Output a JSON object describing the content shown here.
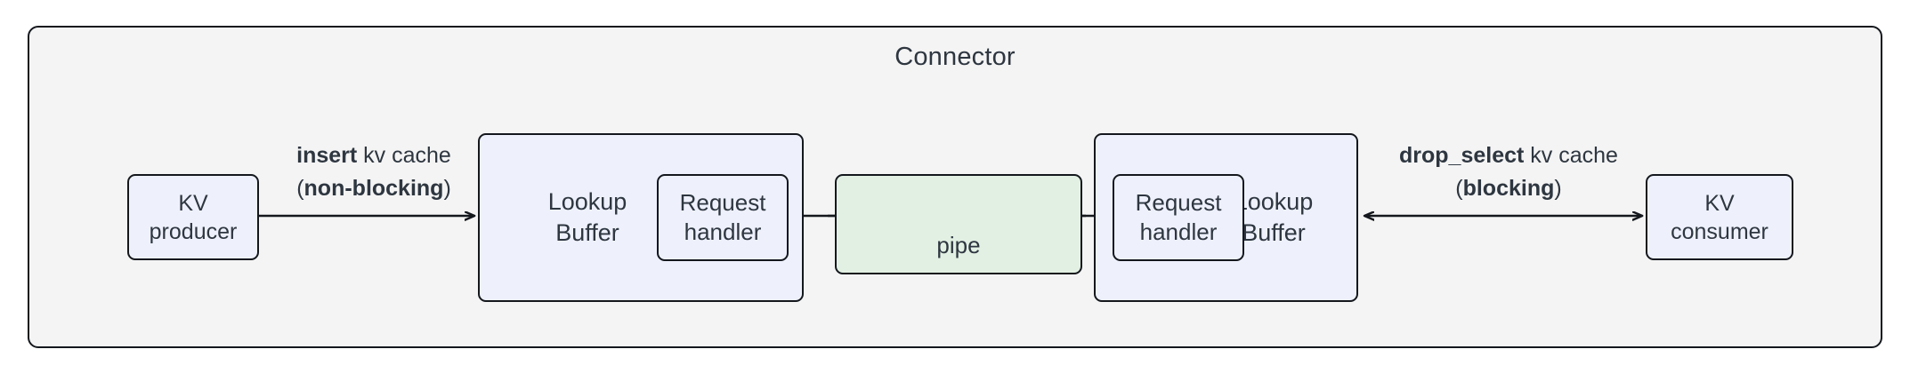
{
  "diagram": {
    "title": "Connector",
    "colors": {
      "container_fill": "#f4f4f4",
      "node_blue": "#eef1fc",
      "node_green": "#e2f0e3",
      "stroke": "#14181d",
      "text": "#2e3640"
    }
  },
  "nodes": {
    "kv_producer": "KV\nproducer",
    "kv_producer_line1": "KV",
    "kv_producer_line2": "producer",
    "kv_consumer_line1": "KV",
    "kv_consumer_line2": "consumer",
    "lookup_buffer_left_line1": "Lookup",
    "lookup_buffer_left_line2": "Buffer",
    "lookup_buffer_right_line1": "Lookup",
    "lookup_buffer_right_line2": "Buffer",
    "request_handler_left_line1": "Request",
    "request_handler_left_line2": "handler",
    "request_handler_right_line1": "Request",
    "request_handler_right_line2": "handler",
    "pipe": "pipe"
  },
  "edges": {
    "insert": {
      "op": "insert",
      "rest": " kv cache",
      "mode_open": "(",
      "mode": "non-blocking",
      "mode_close": ")",
      "direction": "right"
    },
    "drop_select": {
      "op": "drop_select",
      "rest": " kv cache",
      "mode_open": "(",
      "mode": "blocking",
      "mode_close": ")",
      "direction": "both"
    },
    "pipe_to_left_buffer": {
      "direction": "left"
    },
    "pipe_to_right_buffer": {
      "direction": "right"
    }
  }
}
